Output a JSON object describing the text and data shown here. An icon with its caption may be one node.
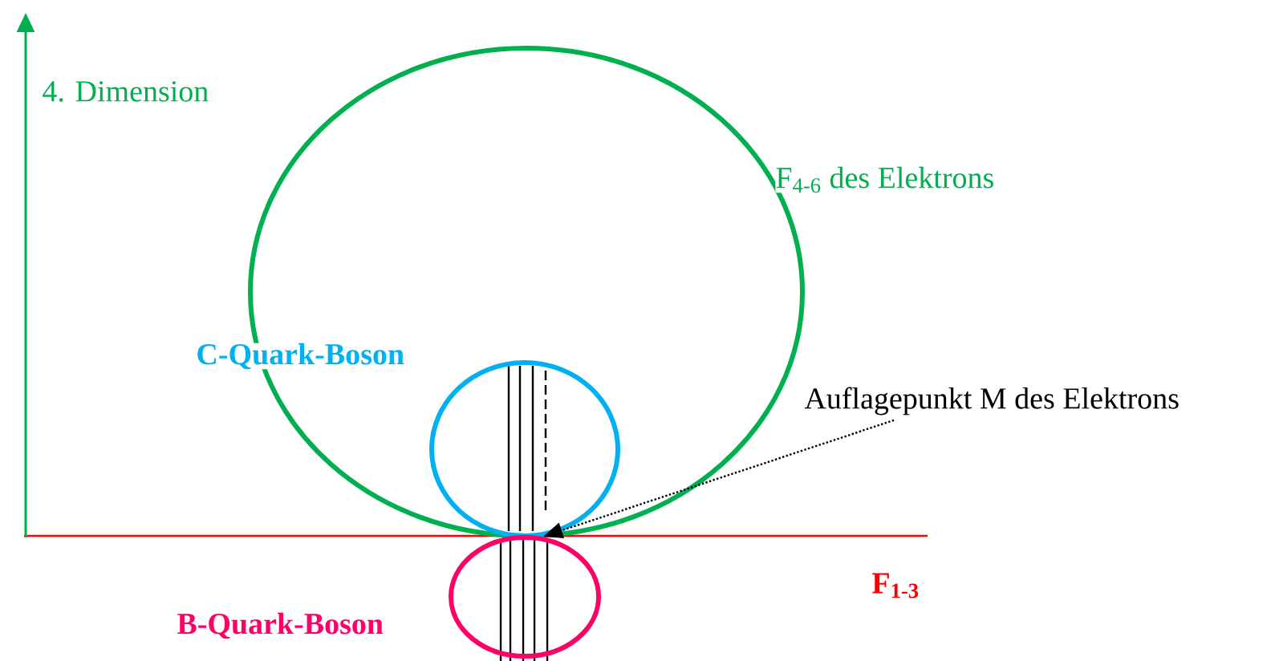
{
  "diagram": {
    "nodes": [
      {
        "text": [],
        "shape": "circle",
        "beside": [
          "F$_{4-6}$ des Elektrons"
        ]
      },
      {
        "text": [],
        "shape": "circle",
        "in": 0
      },
      {
        "text": [],
        "shape": "circle",
        "beside": [
          "B-Quark-Boson"
        ]
      },
      {
        "text": [
          "Auflagepunkt M des Elektrons"
        ]
      }
    ],
    "edges": [
      {
        "from": 3,
        "to": 1,
        "arrow": "to",
        "style": "dashed"
      }
    ],
    "labels": [
      "4. Dimension",
      "C-Quark-Boson",
      "F$_{1-3}$"
    ]
  }
}
